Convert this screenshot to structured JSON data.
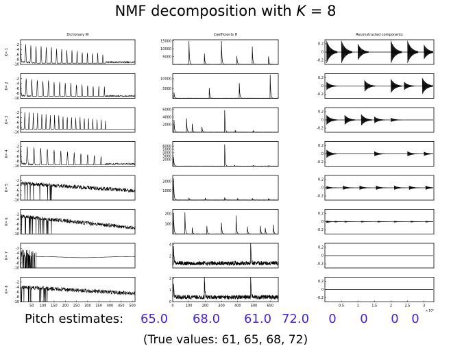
{
  "title": {
    "prefix": "NMF decomposition with ",
    "k": "K",
    "suffix": " = 8"
  },
  "columns": [
    "Dictionary W",
    "Coefficients H",
    "Reconstructed components"
  ],
  "row_labels": [
    "K= 1",
    "K= 2",
    "K= 3",
    "K= 4",
    "K= 5",
    "K= 6",
    "K= 7",
    "K= 8"
  ],
  "pitch": {
    "label": "Pitch estimates:",
    "values": [
      "65.0",
      "68.0",
      "61.0",
      "72.0",
      "0",
      "0",
      "0",
      "0"
    ],
    "color": "#4a1fd6"
  },
  "true_values": "(True values: 61, 65, 68, 72)",
  "chart_data": [
    {
      "type": "line",
      "panel": "Dictionary W",
      "xlim": [
        0,
        512
      ],
      "x_ticks": [
        50,
        100,
        150,
        200,
        250,
        300,
        350,
        400,
        450,
        500
      ],
      "ylim": [
        -10,
        0
      ],
      "y_ticks": [
        -2,
        -4,
        -6,
        -8,
        -10
      ],
      "series": [
        {
          "row": 1,
          "kind": "harmonic",
          "fundamental": 23,
          "decay": 0.01,
          "floor": -9.5
        },
        {
          "row": 2,
          "kind": "harmonic",
          "fundamental": 25,
          "decay": 0.009,
          "floor": -9.2
        },
        {
          "row": 3,
          "kind": "harmonic",
          "fundamental": 19,
          "decay": 0.008,
          "floor": -8.8
        },
        {
          "row": 4,
          "kind": "harmonic",
          "fundamental": 30,
          "decay": 0.01,
          "floor": -9.5
        },
        {
          "row": 5,
          "kind": "noise",
          "start": -3.2,
          "end": -6.2
        },
        {
          "row": 6,
          "kind": "noise",
          "start": -2.8,
          "end": -7.5
        },
        {
          "row": 7,
          "kind": "flat",
          "level": -5.6
        },
        {
          "row": 8,
          "kind": "noise",
          "start": -4.0,
          "end": -6.6
        }
      ]
    },
    {
      "type": "line",
      "panel": "Coefficients H",
      "xlim": [
        0,
        650
      ],
      "x_ticks": [
        0,
        100,
        200,
        300,
        400,
        500,
        600
      ],
      "series": [
        {
          "row": 1,
          "yticks": [
            5000,
            10000,
            15000
          ],
          "ymax": 15000,
          "peaks": [
            [
              100,
              14800
            ],
            [
              195,
              6800
            ],
            [
              300,
              14800
            ],
            [
              395,
              5200
            ],
            [
              490,
              11200
            ],
            [
              590,
              5000
            ]
          ]
        },
        {
          "row": 2,
          "yticks": [
            5000,
            10000
          ],
          "ymax": 12000,
          "peaks": [
            [
              8,
              3000
            ],
            [
              225,
              5300
            ],
            [
              410,
              7800
            ],
            [
              600,
              12000
            ]
          ]
        },
        {
          "row": 3,
          "yticks": [
            2000,
            4000,
            6000
          ],
          "ymax": 6200,
          "peaks": [
            [
              8,
              3200
            ],
            [
              85,
              3600
            ],
            [
              120,
              2200
            ],
            [
              180,
              1400
            ],
            [
              320,
              5800
            ],
            [
              385,
              500
            ],
            [
              495,
              400
            ]
          ]
        },
        {
          "row": 4,
          "yticks": [
            2000,
            3000,
            4000,
            5000,
            6000
          ],
          "ymax": 7000,
          "peaks": [
            [
              5,
              2800
            ],
            [
              320,
              6500
            ],
            [
              380,
              250
            ],
            [
              495,
              200
            ],
            [
              590,
              150
            ]
          ]
        },
        {
          "row": 5,
          "yticks": [
            1000,
            2000
          ],
          "ymax": 2500,
          "peaks": [
            [
              5,
              2300
            ],
            [
              100,
              250
            ],
            [
              200,
              200
            ],
            [
              320,
              280
            ],
            [
              400,
              150
            ],
            [
              490,
              200
            ],
            [
              590,
              170
            ]
          ]
        },
        {
          "row": 6,
          "yticks": [
            100,
            200
          ],
          "ymax": 230,
          "peaks": [
            [
              5,
              200
            ],
            [
              75,
              210
            ],
            [
              120,
              60
            ],
            [
              210,
              80
            ],
            [
              300,
              110
            ],
            [
              390,
              180
            ],
            [
              460,
              70
            ],
            [
              540,
              80
            ],
            [
              570,
              60
            ],
            [
              620,
              90
            ]
          ]
        },
        {
          "row": 7,
          "yticks": [
            2,
            4
          ],
          "ymax": 4,
          "baseline": 0.8,
          "peaks": [
            [
              5,
              3.2
            ],
            [
              480,
              3.8
            ]
          ]
        },
        {
          "row": 8,
          "yticks": [
            0,
            1,
            2
          ],
          "ymax": 2,
          "baseline": 0.4,
          "peaks": [
            [
              5,
              1.2
            ],
            [
              195,
              2.0
            ],
            [
              480,
              1.9
            ]
          ]
        }
      ]
    },
    {
      "type": "line",
      "panel": "Reconstructed components",
      "xlim": [
        0,
        3.3
      ],
      "x_ticks": [
        0.5,
        1,
        1.5,
        2,
        2.5,
        3
      ],
      "x_exponent": "x 10⁵",
      "ylim": [
        -0.3,
        0.3
      ],
      "y_ticks": [
        0.2,
        0,
        -0.2
      ],
      "series": [
        {
          "row": 1,
          "events": [
            [
              0.05,
              0.28
            ],
            [
              0.5,
              0.28
            ],
            [
              1.0,
              0.2
            ],
            [
              2.0,
              0.28
            ],
            [
              2.5,
              0.28
            ],
            [
              3.0,
              0.18
            ]
          ]
        },
        {
          "row": 2,
          "events": [
            [
              0.05,
              0.1
            ],
            [
              1.2,
              0.14
            ],
            [
              2.0,
              0.17
            ],
            [
              2.4,
              0.1
            ],
            [
              2.95,
              0.2
            ]
          ]
        },
        {
          "row": 3,
          "events": [
            [
              0.05,
              0.12
            ],
            [
              0.6,
              0.12
            ],
            [
              1.1,
              0.14
            ],
            [
              1.5,
              0.08
            ],
            [
              2.0,
              0.05
            ]
          ]
        },
        {
          "row": 4,
          "events": [
            [
              0.05,
              0.1
            ],
            [
              1.5,
              0.06
            ],
            [
              2.5,
              0.06
            ],
            [
              3.0,
              0.05
            ]
          ]
        },
        {
          "row": 5,
          "events": [
            [
              0.05,
              0.04
            ],
            [
              0.55,
              0.05
            ],
            [
              1.05,
              0.05
            ],
            [
              1.55,
              0.05
            ],
            [
              2.1,
              0.05
            ],
            [
              2.55,
              0.05
            ],
            [
              3.05,
              0.05
            ]
          ]
        },
        {
          "row": 6,
          "events": [
            [
              0.05,
              0.03
            ],
            [
              0.3,
              0.02
            ],
            [
              0.6,
              0.02
            ],
            [
              1.1,
              0.02
            ],
            [
              1.6,
              0.02
            ],
            [
              2.1,
              0.02
            ],
            [
              2.6,
              0.02
            ],
            [
              3.05,
              0.02
            ]
          ]
        },
        {
          "row": 7,
          "events": []
        },
        {
          "row": 8,
          "events": []
        }
      ]
    }
  ]
}
